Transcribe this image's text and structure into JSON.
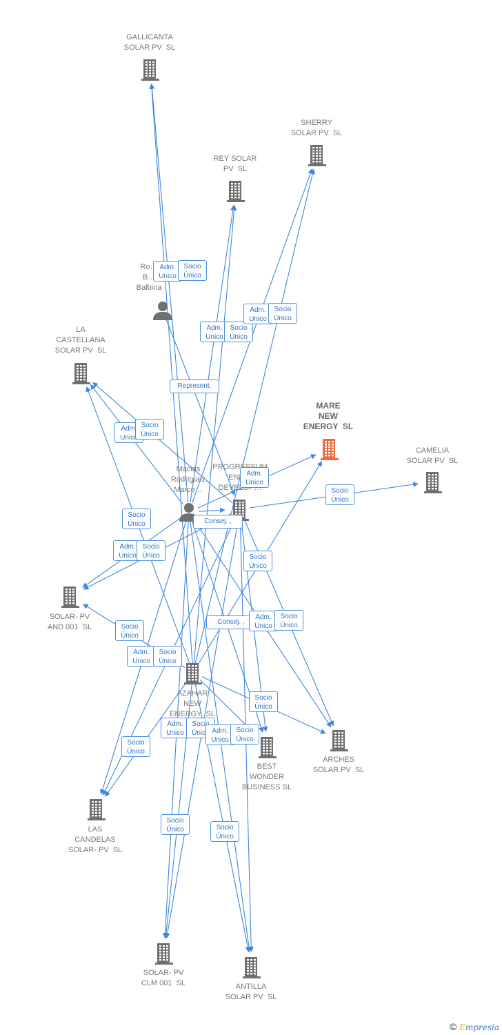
{
  "colors": {
    "edge": "#3d87dc",
    "building": "#707070",
    "focus_building": "#ef6a3a",
    "person": "#707070",
    "label_border": "#4a8fdf",
    "label_text": "#2e73c4"
  },
  "nodes": [
    {
      "id": "gallicanta",
      "kind": "company",
      "label": "GALLICANTA\nSOLAR PV  SL"
    },
    {
      "id": "sherry",
      "kind": "company",
      "label": "SHERRY\nSOLAR PV  SL"
    },
    {
      "id": "rey",
      "kind": "company",
      "label": "REY SOLAR\nPV  SL"
    },
    {
      "id": "balbina",
      "kind": "person",
      "label": "Ro…\nB…\nBalbina"
    },
    {
      "id": "castellana",
      "kind": "company",
      "label": "LA\nCASTELLANA\nSOLAR PV  SL"
    },
    {
      "id": "mare",
      "kind": "company",
      "focus": true,
      "label": "MARE\nNEW\nENERGY  SL"
    },
    {
      "id": "camelia",
      "kind": "company",
      "label": "CAMELIA\nSOLAR PV  SL"
    },
    {
      "id": "macias",
      "kind": "person",
      "label": "Macias\nRodriguez\nMarco…"
    },
    {
      "id": "progressum",
      "kind": "company",
      "label": "PROGRESSUM\nENE…\nDEVELOP…"
    },
    {
      "id": "solar_and",
      "kind": "company",
      "label": "SOLAR- PV\nAND 001  SL"
    },
    {
      "id": "azahar",
      "kind": "company",
      "label": "AZAHAR\nNEW\nENERGY  SL"
    },
    {
      "id": "best",
      "kind": "company",
      "label": "BEST\nWONDER\nBUSINESS SL"
    },
    {
      "id": "arches",
      "kind": "company",
      "label": "ARCHES\nSOLAR PV  SL"
    },
    {
      "id": "candelas",
      "kind": "company",
      "label": "LAS\nCANDELAS\nSOLAR- PV  SL"
    },
    {
      "id": "solar_clm",
      "kind": "company",
      "label": "SOLAR- PV\nCLM 001  SL"
    },
    {
      "id": "antilla",
      "kind": "company",
      "label": "ANTILLA\nSOLAR PV  SL"
    }
  ],
  "edges": [
    {
      "from": "macias",
      "to": "gallicanta"
    },
    {
      "from": "azahar",
      "to": "gallicanta"
    },
    {
      "from": "macias",
      "to": "rey"
    },
    {
      "from": "azahar",
      "to": "rey"
    },
    {
      "from": "macias",
      "to": "sherry"
    },
    {
      "from": "azahar",
      "to": "sherry"
    },
    {
      "from": "balbina",
      "to": "progressum"
    },
    {
      "from": "macias",
      "to": "castellana"
    },
    {
      "from": "azahar",
      "to": "castellana"
    },
    {
      "from": "progressum",
      "to": "castellana"
    },
    {
      "from": "macias",
      "to": "mare"
    },
    {
      "from": "azahar",
      "to": "mare"
    },
    {
      "from": "progressum",
      "to": "camelia"
    },
    {
      "from": "macias",
      "to": "solar_and"
    },
    {
      "from": "progressum",
      "to": "solar_and"
    },
    {
      "from": "azahar",
      "to": "solar_and"
    },
    {
      "from": "macias",
      "to": "arches"
    },
    {
      "from": "progressum",
      "to": "arches"
    },
    {
      "from": "azahar",
      "to": "arches"
    },
    {
      "from": "macias",
      "to": "best"
    },
    {
      "from": "progressum",
      "to": "best"
    },
    {
      "from": "azahar",
      "to": "best"
    },
    {
      "from": "macias",
      "to": "candelas"
    },
    {
      "from": "progressum",
      "to": "candelas"
    },
    {
      "from": "azahar",
      "to": "candelas"
    },
    {
      "from": "macias",
      "to": "solar_clm"
    },
    {
      "from": "progressum",
      "to": "solar_clm"
    },
    {
      "from": "azahar",
      "to": "solar_clm"
    },
    {
      "from": "macias",
      "to": "antilla"
    },
    {
      "from": "progressum",
      "to": "antilla"
    },
    {
      "from": "azahar",
      "to": "antilla"
    },
    {
      "from": "macias",
      "to": "progressum"
    }
  ],
  "edge_labels": [
    "Adm.\nUnico",
    "Socio\nÚnico",
    "Adm.\nUnico",
    "Socio\nÚnico",
    "Adm.\nUnico",
    "Socio\nÚnico",
    "Represent.",
    "Adm.\nUnico",
    "Socio\nÚnico",
    "Socio\nÚnico",
    "Adm.\nUnico",
    "Socio\nÚnico",
    "Socio\nÚnico",
    "Consej. ,\nConsej.…",
    "Adm.\nUnico",
    "Socio\nÚnico",
    "Socio\nÚnico",
    "Adm.\nUnico",
    "Socio\nÚnico",
    "Socio\nÚnico",
    "Consej. ,",
    "Adm.\nUnico",
    "Socio\nÚnico",
    "Adm.\nUnico",
    "Socio\nÚnico",
    "Socio\nÚnico",
    "Adm.\nUnico",
    "Socio\nÚnico",
    "Socio\nÚnico",
    "Socio\nÚnico"
  ],
  "brand": {
    "copyright": "©",
    "name_first": "E",
    "name_rest": "mpresia"
  }
}
